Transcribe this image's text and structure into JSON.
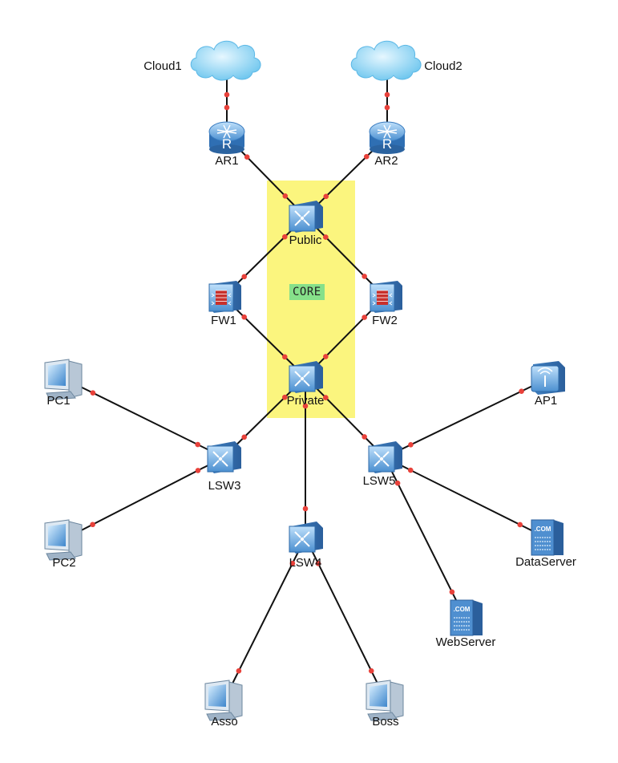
{
  "core_label": "CORE",
  "colors": {
    "core_area": "#fbf57e",
    "core_tag": "#86e08a",
    "link": "#111111",
    "port": "#e8413a",
    "device_blue": "#5a9bd8",
    "cloud": "#8fd3f3"
  },
  "nodes": {
    "cloud1": {
      "label": "Cloud1",
      "type": "cloud-icon"
    },
    "cloud2": {
      "label": "Cloud2",
      "type": "cloud-icon"
    },
    "ar1": {
      "label": "AR1",
      "type": "router-icon"
    },
    "ar2": {
      "label": "AR2",
      "type": "router-icon"
    },
    "public": {
      "label": "Public",
      "type": "switch-icon"
    },
    "fw1": {
      "label": "FW1",
      "type": "firewall-icon"
    },
    "fw2": {
      "label": "FW2",
      "type": "firewall-icon"
    },
    "private": {
      "label": "Private",
      "type": "switch-icon"
    },
    "pc1": {
      "label": "PC1",
      "type": "pc-icon"
    },
    "pc2": {
      "label": "PC2",
      "type": "pc-icon"
    },
    "lsw3": {
      "label": "LSW3",
      "type": "switch-icon"
    },
    "lsw4": {
      "label": "LSW4",
      "type": "switch-icon"
    },
    "lsw5": {
      "label": "LSW5",
      "type": "switch-icon"
    },
    "ap1": {
      "label": "AP1",
      "type": "access-point-icon"
    },
    "dataserver": {
      "label": "DataServer",
      "type": "server-icon"
    },
    "webserver": {
      "label": "WebServer",
      "type": "server-icon"
    },
    "asso": {
      "label": "Asso",
      "type": "pc-icon"
    },
    "boss": {
      "label": "Boss",
      "type": "pc-icon"
    }
  },
  "links": [
    [
      "cloud1",
      "ar1"
    ],
    [
      "cloud2",
      "ar2"
    ],
    [
      "ar1",
      "public"
    ],
    [
      "ar2",
      "public"
    ],
    [
      "public",
      "fw1"
    ],
    [
      "public",
      "fw2"
    ],
    [
      "fw1",
      "private"
    ],
    [
      "fw2",
      "private"
    ],
    [
      "private",
      "lsw3"
    ],
    [
      "private",
      "lsw4"
    ],
    [
      "private",
      "lsw5"
    ],
    [
      "pc1",
      "lsw3"
    ],
    [
      "pc2",
      "lsw3"
    ],
    [
      "lsw4",
      "asso"
    ],
    [
      "lsw4",
      "boss"
    ],
    [
      "lsw5",
      "ap1"
    ],
    [
      "lsw5",
      "dataserver"
    ],
    [
      "lsw5",
      "webserver"
    ]
  ]
}
